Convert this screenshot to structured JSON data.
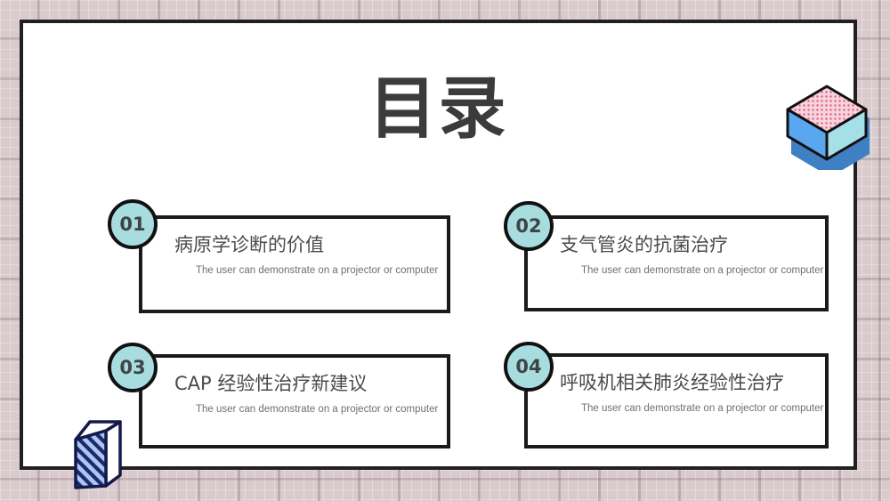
{
  "slide": {
    "title": "目录",
    "title_color": "#3b3b3b",
    "canvas_background": "#ffffff",
    "frame_color": "#231f20",
    "backdrop_color": "#d9cbcd"
  },
  "agenda": {
    "items": [
      {
        "number": "01",
        "heading": "病原学诊断的价值",
        "subtitle": "The user can demonstrate on a projector or computer"
      },
      {
        "number": "02",
        "heading": "支气管炎的抗菌治疗",
        "subtitle": "The user can demonstrate on a projector or computer"
      },
      {
        "number": "03",
        "heading": "CAP  经验性治疗新建议",
        "subtitle": "The user can demonstrate on a projector or computer"
      },
      {
        "number": "04",
        "heading": "呼吸机相关肺炎经验性治疗",
        "subtitle": "The user can demonstrate on a projector or computer"
      }
    ],
    "badge_color": "#a8dde0",
    "badge_border_color": "#111111",
    "box_border_color": "#1a1a1a",
    "heading_color": "#4a4a4a",
    "subtitle_color": "#6f6f6f"
  },
  "decorations": {
    "cube": {
      "name": "isometric-cube",
      "top_face_color": "#f4c9d8",
      "top_face_dots_color": "#e0607f",
      "right_face_color": "#a5e0e8",
      "left_face_color": "#5aa7f0",
      "shadow_color": "#3f7fc4",
      "outline_color": "#111111"
    },
    "striped_box": {
      "name": "striped-prism",
      "front_face_color": "#aec6f2",
      "stripe_color": "#1a2a6b",
      "top_face_color": "#ffffff",
      "side_face_color": "#ffffff",
      "outline_color": "#15194a"
    }
  }
}
